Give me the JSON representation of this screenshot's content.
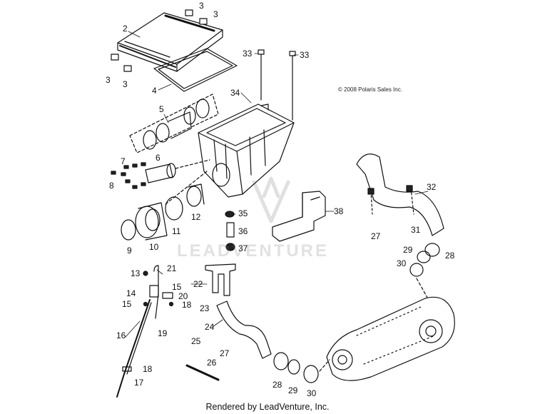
{
  "copyright": "© 2008 Polaris Sales Inc.",
  "footer": "Rendered by LeadVenture, Inc.",
  "watermark": "LEADVENTURE",
  "colors": {
    "line": "#111111",
    "watermark": "#9a9a9a"
  },
  "callouts": [
    {
      "id": "c3a",
      "text": "3"
    },
    {
      "id": "c3b",
      "text": "3"
    },
    {
      "id": "c2",
      "text": "2"
    },
    {
      "id": "c3c",
      "text": "3"
    },
    {
      "id": "c3d",
      "text": "3"
    },
    {
      "id": "c4",
      "text": "4"
    },
    {
      "id": "c33a",
      "text": "33"
    },
    {
      "id": "c33b",
      "text": "33"
    },
    {
      "id": "c34",
      "text": "34"
    },
    {
      "id": "c5",
      "text": "5"
    },
    {
      "id": "c6",
      "text": "6"
    },
    {
      "id": "c7",
      "text": "7"
    },
    {
      "id": "c8",
      "text": "8"
    },
    {
      "id": "c12",
      "text": "12"
    },
    {
      "id": "c11",
      "text": "11"
    },
    {
      "id": "c10",
      "text": "10"
    },
    {
      "id": "c9",
      "text": "9"
    },
    {
      "id": "c35",
      "text": "35"
    },
    {
      "id": "c36",
      "text": "36"
    },
    {
      "id": "c37",
      "text": "37"
    },
    {
      "id": "c38",
      "text": "38"
    },
    {
      "id": "c32",
      "text": "32"
    },
    {
      "id": "c27a",
      "text": "27"
    },
    {
      "id": "c31",
      "text": "31"
    },
    {
      "id": "c29a",
      "text": "29"
    },
    {
      "id": "c28a",
      "text": "28"
    },
    {
      "id": "c30a",
      "text": "30"
    },
    {
      "id": "c13",
      "text": "13"
    },
    {
      "id": "c21",
      "text": "21"
    },
    {
      "id": "c14",
      "text": "14"
    },
    {
      "id": "c15a",
      "text": "15"
    },
    {
      "id": "c20",
      "text": "20"
    },
    {
      "id": "c15b",
      "text": "15"
    },
    {
      "id": "c18a",
      "text": "18"
    },
    {
      "id": "c19",
      "text": "19"
    },
    {
      "id": "c16",
      "text": "16"
    },
    {
      "id": "c18b",
      "text": "18"
    },
    {
      "id": "c17",
      "text": "17"
    },
    {
      "id": "c22",
      "text": "22"
    },
    {
      "id": "c23",
      "text": "23"
    },
    {
      "id": "c24",
      "text": "24"
    },
    {
      "id": "c25",
      "text": "25"
    },
    {
      "id": "c27b",
      "text": "27"
    },
    {
      "id": "c26",
      "text": "26"
    },
    {
      "id": "c28b",
      "text": "28"
    },
    {
      "id": "c29b",
      "text": "29"
    },
    {
      "id": "c30b",
      "text": "30"
    }
  ]
}
